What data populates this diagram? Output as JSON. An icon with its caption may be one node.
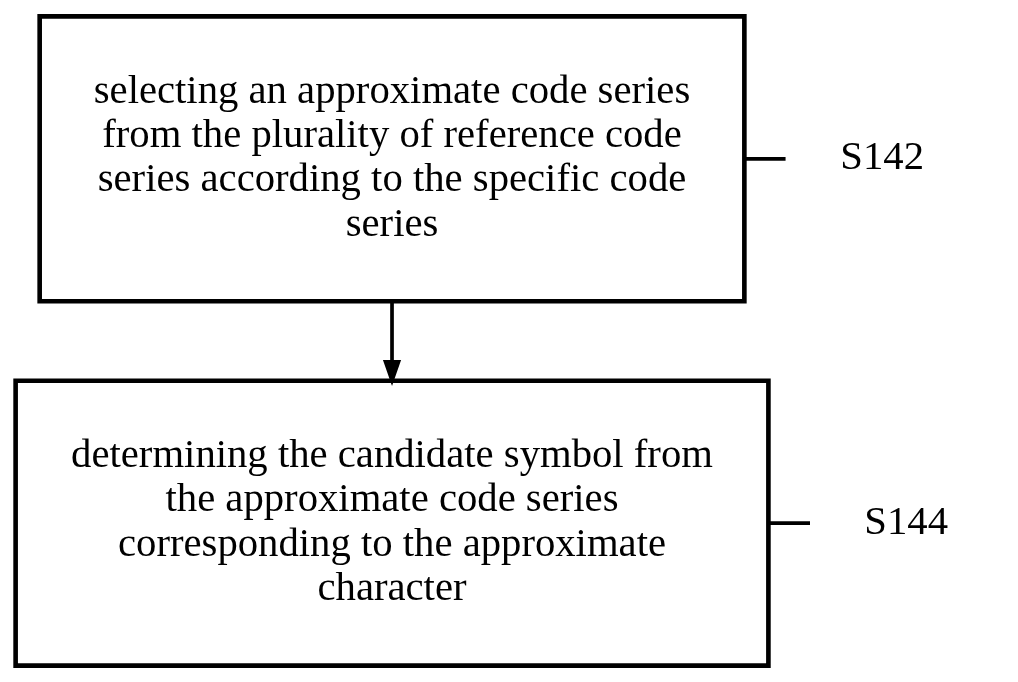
{
  "diagram": {
    "nodes": [
      {
        "text": [
          "selecting an approximate code series from the plurality of reference code series according to the specific code series"
        ]
      },
      {
        "text": [
          "determining the candidate symbol from the approximate code series corresponding to the approximate character"
        ]
      },
      {
        "text": [
          "S142"
        ]
      },
      {
        "text": [
          "S144"
        ]
      }
    ],
    "edges": [
      {
        "from": 0,
        "to": 1,
        "arrow": "to"
      },
      {
        "from": 2,
        "to": 0,
        "arrow": "none"
      },
      {
        "from": 3,
        "to": 1,
        "arrow": "none"
      }
    ]
  }
}
